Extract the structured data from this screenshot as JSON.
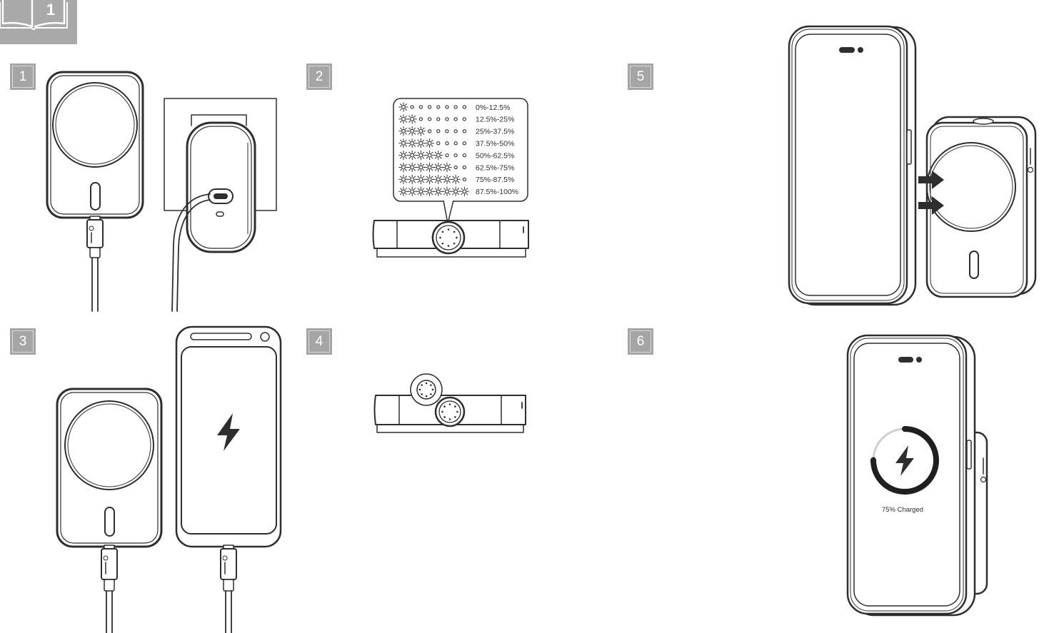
{
  "manual_tab": {
    "page_number": "1"
  },
  "steps": [
    {
      "number": "1"
    },
    {
      "number": "2"
    },
    {
      "number": "3"
    },
    {
      "number": "4"
    },
    {
      "number": "5"
    },
    {
      "number": "6"
    }
  ],
  "led_indicator": {
    "total_leds": 8,
    "levels": [
      {
        "lit": 1,
        "range": "0%-12.5%"
      },
      {
        "lit": 2,
        "range": "12.5%-25%"
      },
      {
        "lit": 3,
        "range": "25%-37.5%"
      },
      {
        "lit": 4,
        "range": "37.5%-50%"
      },
      {
        "lit": 5,
        "range": "50%-62.5%"
      },
      {
        "lit": 6,
        "range": "62.5%-75%"
      },
      {
        "lit": 7,
        "range": "75%-87.5%"
      },
      {
        "lit": 8,
        "range": "87.5%-100%"
      }
    ]
  },
  "phone_screen": {
    "status_text": "75% Charged",
    "charge_percent": 75
  },
  "colors": {
    "line_art": "#2e2e2e",
    "step_badge": "#a5a5a5",
    "badge_text": "#ffffff"
  },
  "icons": {
    "manual": "open-book-icon",
    "charging": "lightning-bolt-icon",
    "direction": "arrow-right-icon",
    "led_lit": "starburst-icon",
    "led_off": "circle-icon"
  }
}
